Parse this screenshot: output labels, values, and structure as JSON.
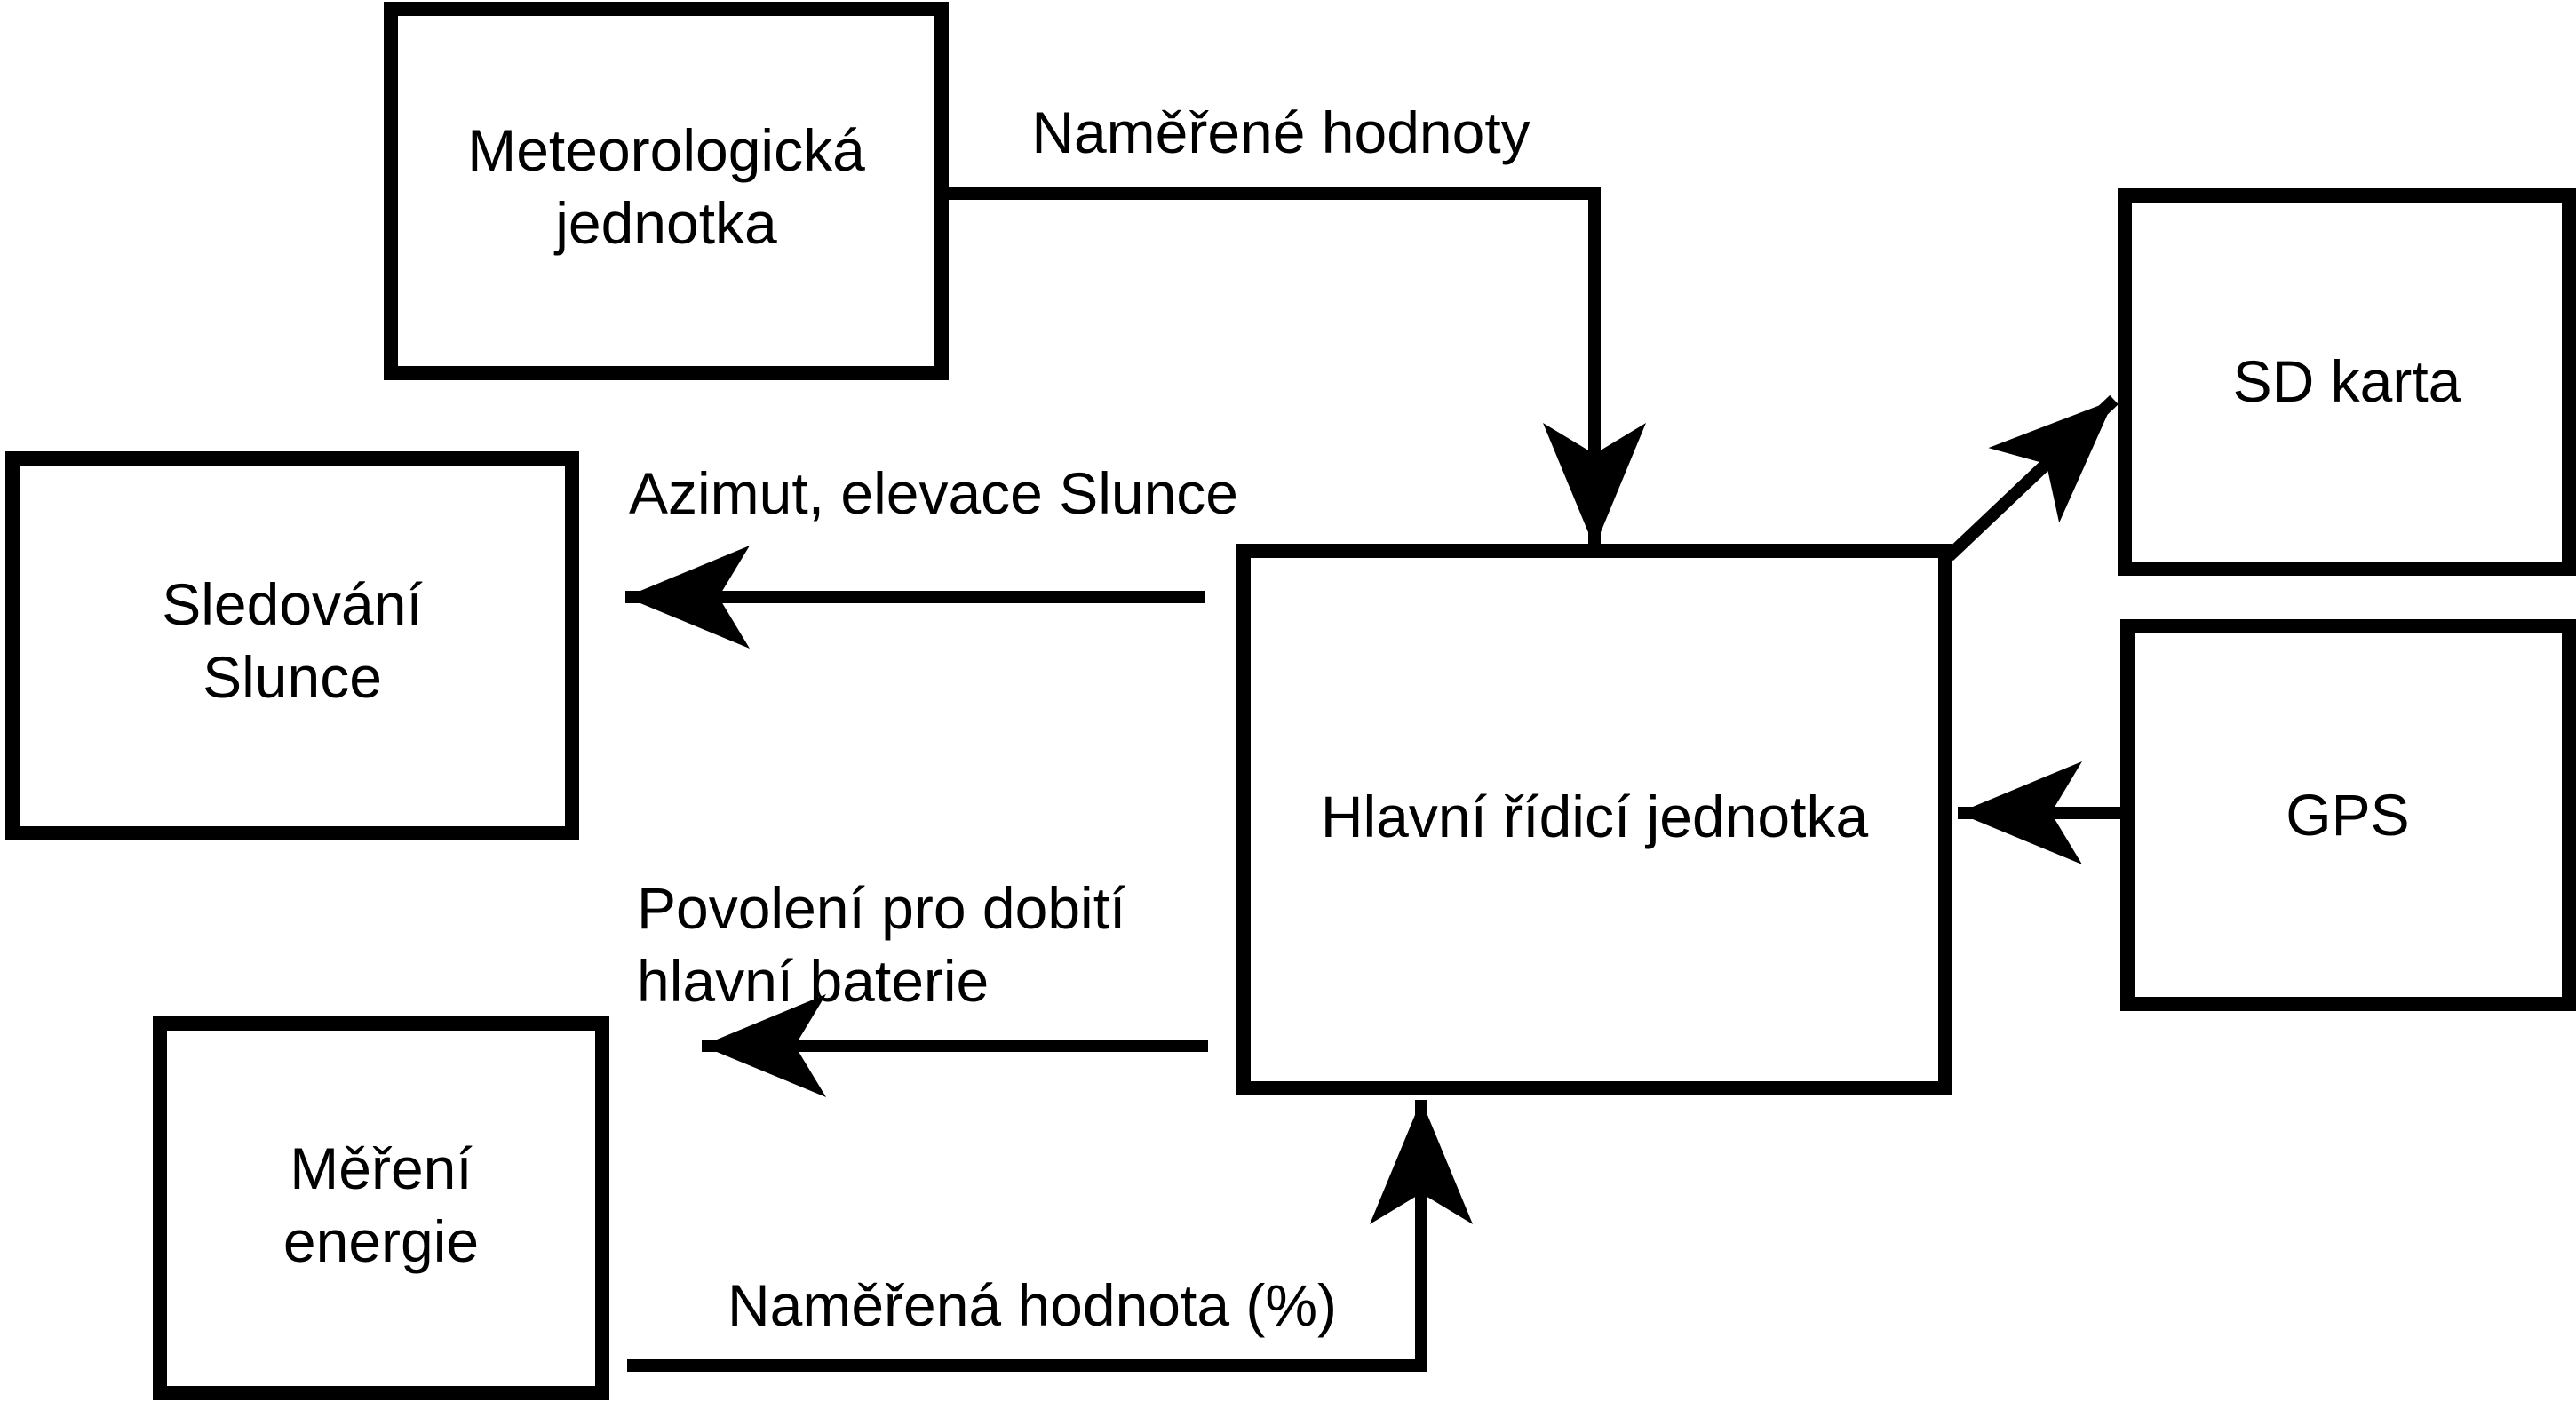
{
  "diagram": {
    "title": "Block diagram of solar tracker control system",
    "colors": {
      "line": "#000000",
      "box_fill": "#ffffff",
      "background": "#ffffff"
    },
    "boxes": {
      "weather": {
        "line1": "Meteorologická",
        "line2": "jednotka"
      },
      "sun_tracking": {
        "line1": "Sledování",
        "line2": "Slunce"
      },
      "energy": {
        "line1": "Měření",
        "line2": "energie"
      },
      "main": {
        "label": "Hlavní řídicí jednotka"
      },
      "sd_card": {
        "label": "SD karta"
      },
      "gps": {
        "label": "GPS"
      }
    },
    "edges": {
      "weather_to_main": {
        "label": "Naměřené hodnoty"
      },
      "main_to_sun_tracking": {
        "label": "Azimut, elevace Slunce"
      },
      "main_to_energy": {
        "line1": "Povolení pro dobití",
        "line2": "hlavní baterie"
      },
      "energy_to_main": {
        "label": "Naměřená hodnota (%)"
      },
      "main_to_sd_card": {
        "label": ""
      },
      "gps_to_main": {
        "label": ""
      }
    }
  }
}
